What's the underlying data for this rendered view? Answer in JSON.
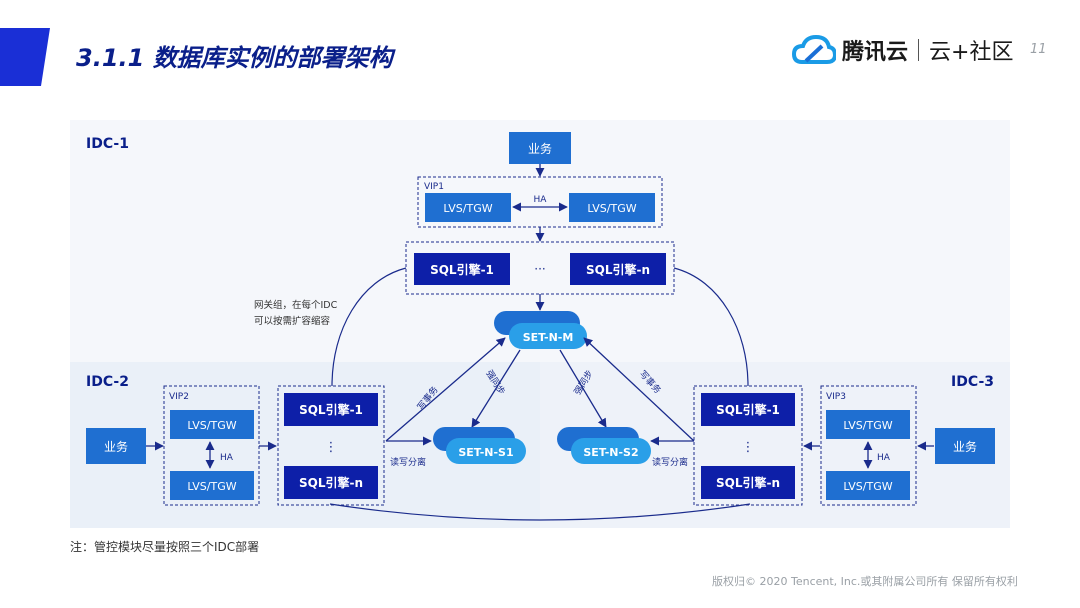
{
  "header": {
    "title": "3.1.1  数据库实例的部署架构",
    "brand_name": "腾讯云",
    "brand_sub": "云+社区",
    "page_number": "11"
  },
  "diagram": {
    "idc1_label": "IDC-1",
    "idc2_label": "IDC-2",
    "idc3_label": "IDC-3",
    "business_label": "业务",
    "vip1_label": "VIP1",
    "vip2_label": "VIP2",
    "vip3_label": "VIP3",
    "lvs_label": "LVS/TGW",
    "ha_label": "HA",
    "sql_engine_1": "SQL引擎-1",
    "sql_engine_n": "SQL引擎-n",
    "ellipsis_h": "···",
    "ellipsis_v": "⋮",
    "gateway_note_line1": "网关组，在每个IDC",
    "gateway_note_line2": "可以按需扩容缩容",
    "set_master": "SET-N-M",
    "set_slave1": "SET-N-S1",
    "set_slave2": "SET-N-S2",
    "write_txn": "写事务",
    "strong_sync": "强同步",
    "rw_split": "读写分离"
  },
  "footer": {
    "note": "注：管控模块尽量按照三个IDC部署",
    "copyright": "版权归© 2020 Tencent, Inc.或其附属公司所有 保留所有权利"
  },
  "colors": {
    "accent": "#1a2fd6",
    "title": "#0a1f8a",
    "box_light": "#1f6fd1",
    "box_dark": "#0d1fa8",
    "cloud": "#2a9fe8",
    "line": "#1a2b8c",
    "zone_bg": "#eef2f9"
  }
}
